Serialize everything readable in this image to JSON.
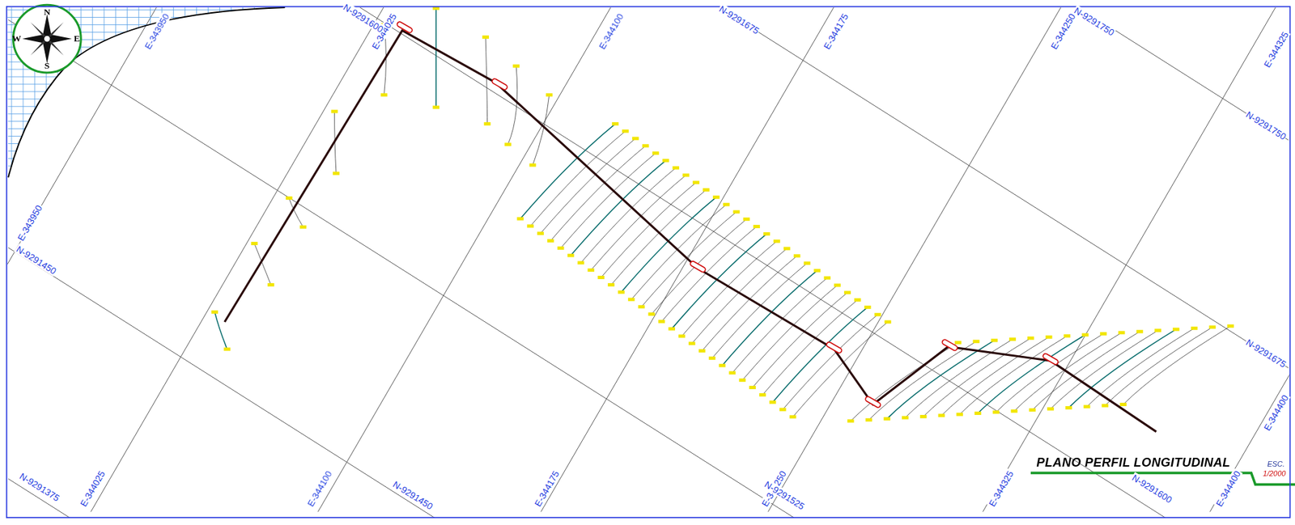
{
  "diagram": {
    "title": "PLANO PERFIL LONGITUDINAL",
    "labels": [
      "N",
      "S",
      "E",
      "W",
      "E-343950",
      "E-344025",
      "E-344100",
      "E-344175",
      "E-344250",
      "E-344325",
      "E-343950",
      "E-344025",
      "E-344100",
      "E-344175",
      "E-344250",
      "E-344325",
      "E-344400",
      "E-344400",
      "N-9291450",
      "N-9291375",
      "N-9291450",
      "N-9291525",
      "N-9291600",
      "N-9291600",
      "N-9291675",
      "N-9291750",
      "N-9291750",
      "N-9291675",
      "ESC.",
      "1/2000"
    ]
  }
}
